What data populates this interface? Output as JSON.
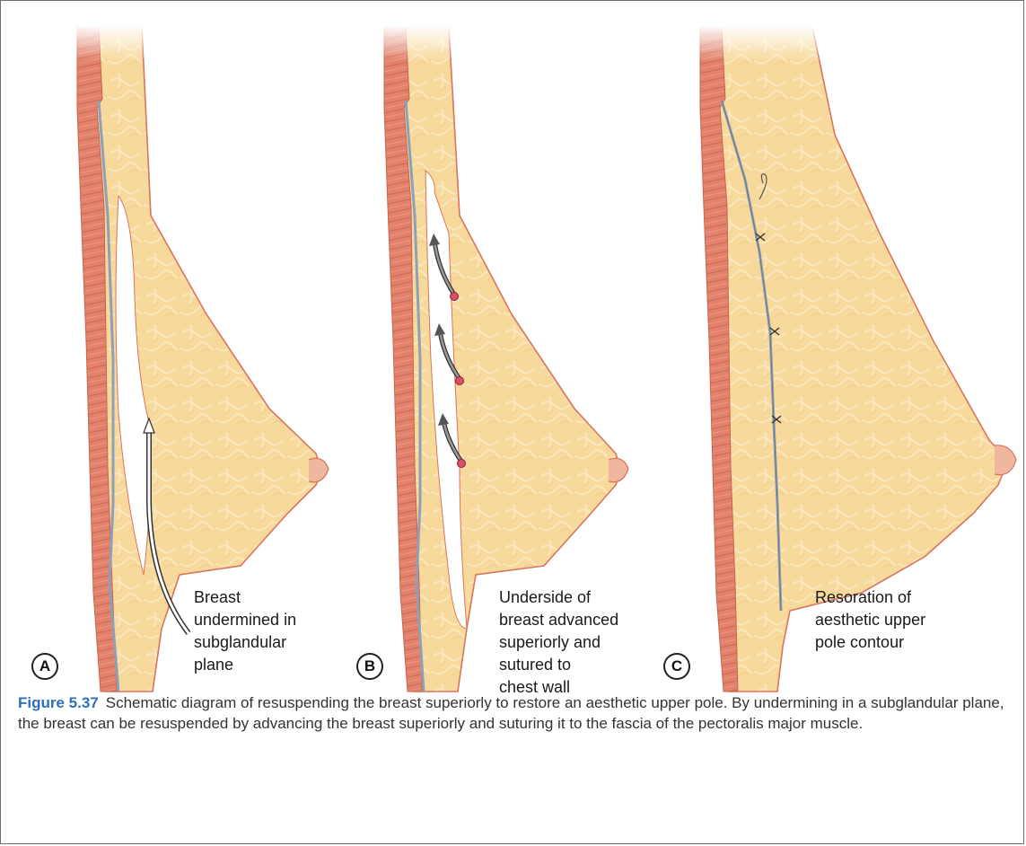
{
  "panels": [
    {
      "letter": "A",
      "label": "Breast\nundermined in\nsubglandular\nplane"
    },
    {
      "letter": "B",
      "label": "Underside of\nbreast advanced\nsuperiorly and\nsutured to\nchest wall"
    },
    {
      "letter": "C",
      "label": "Resoration of\naesthetic upper\npole contour"
    }
  ],
  "caption": {
    "figure_label": "Figure 5.37",
    "text": "Schematic diagram of resuspending the breast superiorly to restore an aesthetic upper pole. By undermining in a subglandular plane, the breast can be resuspended by advancing the breast superiorly and suturing it to the fascia of the pectoralis major muscle."
  },
  "colors": {
    "breast_tissue": "#f7dca0",
    "muscle": "#e07e6a",
    "fascia": "#8fa0b6",
    "skin_edge": "#d9745e",
    "figure_label": "#2f6fb5"
  }
}
